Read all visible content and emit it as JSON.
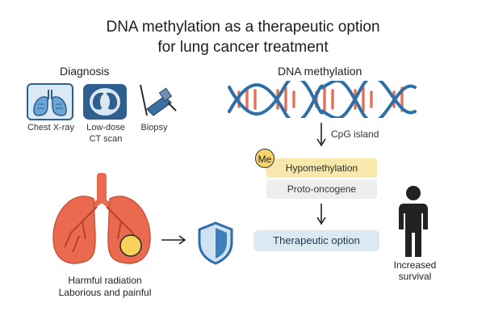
{
  "title": {
    "line1": "DNA methylation as a therapeutic option",
    "line2": "for lung cancer treatment"
  },
  "diagnosis": {
    "heading": "Diagnosis",
    "items": [
      {
        "label": "Chest X-ray",
        "icon": "chest-xray-icon"
      },
      {
        "label_line1": "Low-dose",
        "label_line2": "CT scan",
        "icon": "ct-scan-icon"
      },
      {
        "label": "Biopsy",
        "icon": "biopsy-needle-icon"
      }
    ]
  },
  "methylation": {
    "heading": "DNA methylation",
    "cpg_label": "CpG island",
    "me_badge": "Me",
    "hypomethylation": "Hypomethylation",
    "proto_oncogene": "Proto-oncogene",
    "therapeutic": "Therapeutic option"
  },
  "lungs": {
    "caption_line1": "Harmful radiation",
    "caption_line2": "Laborious and painful"
  },
  "outcome": {
    "line1": "Increased",
    "line2": "survival"
  },
  "colors": {
    "dna_blue": "#2f6fa8",
    "dna_red": "#e0705a",
    "lung_red": "#ea6a50",
    "tumor_yellow": "#f6d25a",
    "shield_blue": "#2f6ea8",
    "person": "#222222"
  }
}
